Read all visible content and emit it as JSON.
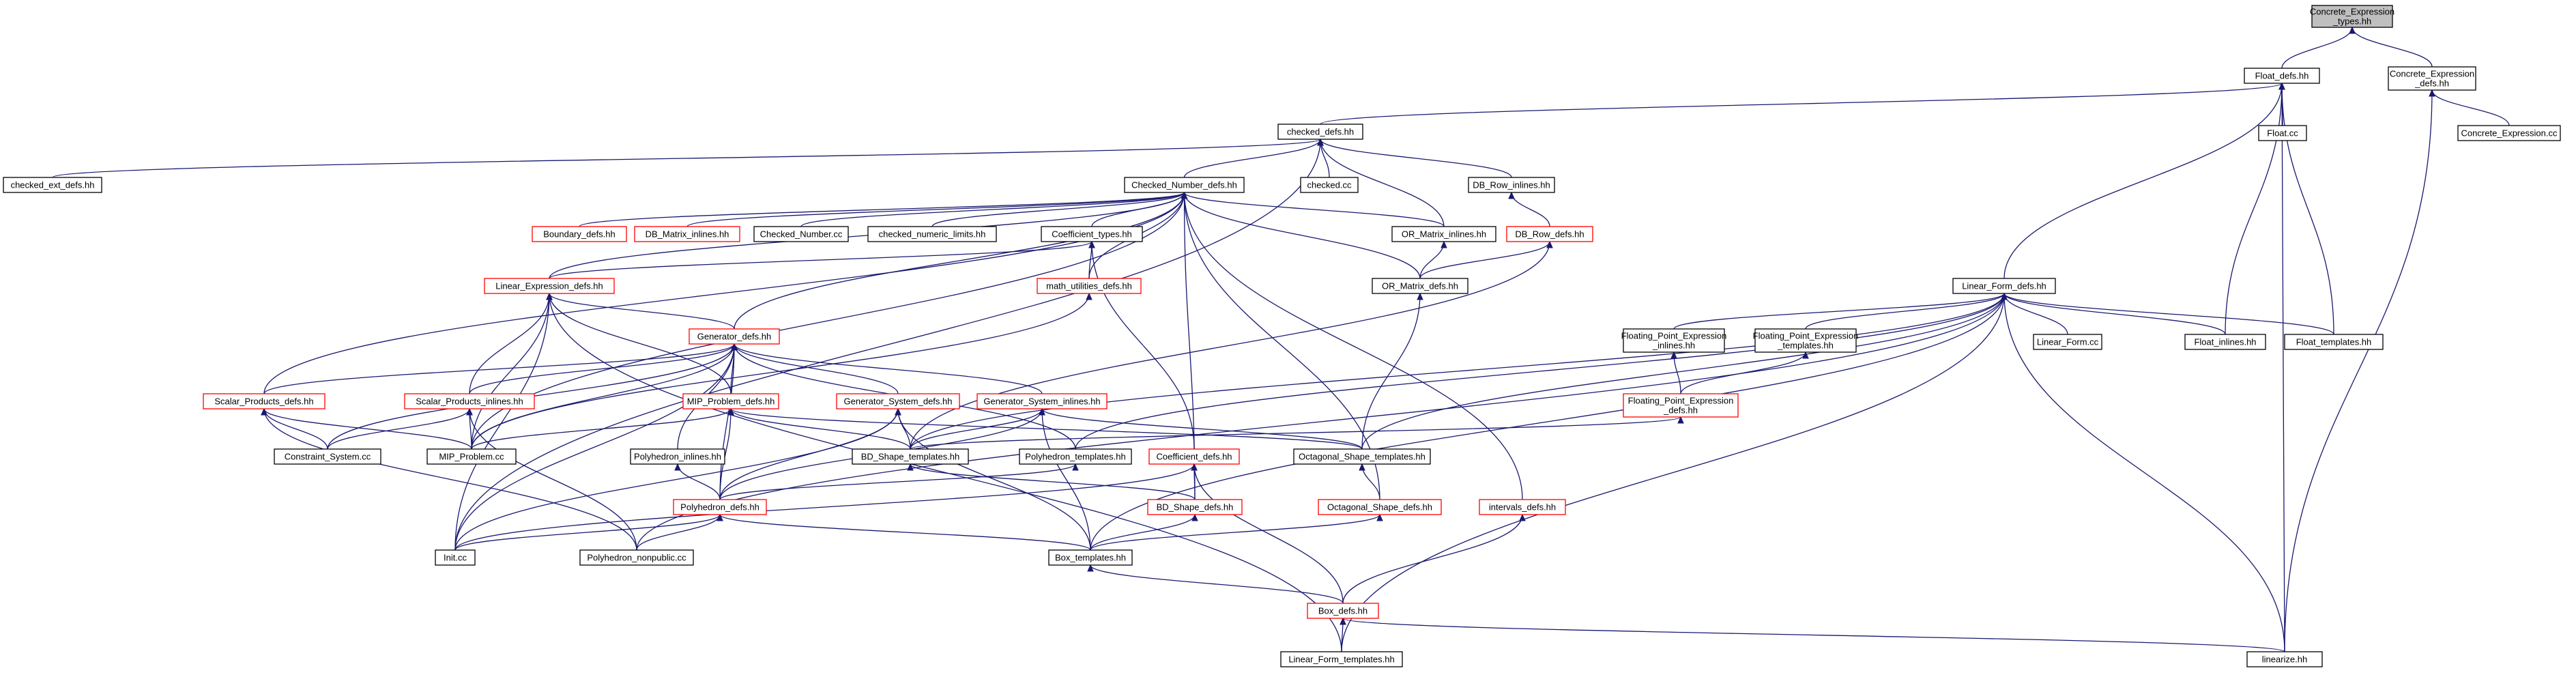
{
  "graph": {
    "root": "n0",
    "colors": {
      "edge": "#191970",
      "box": "#000000",
      "incomplete_box": "#ff0000",
      "root_fill": "#bfbfbf"
    },
    "nodes": [
      {
        "id": "n0",
        "lines": [
          "Concrete_Expression",
          "_types.hh"
        ],
        "style": "root"
      },
      {
        "id": "n1",
        "lines": [
          "Float_defs.hh"
        ],
        "style": "normal"
      },
      {
        "id": "n2",
        "lines": [
          "Concrete_Expression",
          "_defs.hh"
        ],
        "style": "normal"
      },
      {
        "id": "n3",
        "lines": [
          "checked_defs.hh"
        ],
        "style": "normal"
      },
      {
        "id": "n4",
        "lines": [
          "Float.cc"
        ],
        "style": "normal"
      },
      {
        "id": "n5",
        "lines": [
          "Concrete_Expression.cc"
        ],
        "style": "normal"
      },
      {
        "id": "n6",
        "lines": [
          "checked_ext_defs.hh"
        ],
        "style": "normal"
      },
      {
        "id": "n7",
        "lines": [
          "Checked_Number_defs.hh"
        ],
        "style": "normal"
      },
      {
        "id": "n8",
        "lines": [
          "checked.cc"
        ],
        "style": "normal"
      },
      {
        "id": "n9",
        "lines": [
          "DB_Row_inlines.hh"
        ],
        "style": "normal"
      },
      {
        "id": "n10",
        "lines": [
          "Boundary_defs.hh"
        ],
        "style": "red"
      },
      {
        "id": "n11",
        "lines": [
          "DB_Matrix_inlines.hh"
        ],
        "style": "red"
      },
      {
        "id": "n12",
        "lines": [
          "Checked_Number.cc"
        ],
        "style": "normal"
      },
      {
        "id": "n13",
        "lines": [
          "checked_numeric_limits.hh"
        ],
        "style": "normal"
      },
      {
        "id": "n14",
        "lines": [
          "Coefficient_types.hh"
        ],
        "style": "normal"
      },
      {
        "id": "n15",
        "lines": [
          "OR_Matrix_inlines.hh"
        ],
        "style": "normal"
      },
      {
        "id": "n16",
        "lines": [
          "DB_Row_defs.hh"
        ],
        "style": "red"
      },
      {
        "id": "n17",
        "lines": [
          "Linear_Expression_defs.hh"
        ],
        "style": "red"
      },
      {
        "id": "n18",
        "lines": [
          "math_utilities_defs.hh"
        ],
        "style": "red"
      },
      {
        "id": "n19",
        "lines": [
          "OR_Matrix_defs.hh"
        ],
        "style": "normal"
      },
      {
        "id": "n20",
        "lines": [
          "Linear_Form_defs.hh"
        ],
        "style": "normal"
      },
      {
        "id": "n21",
        "lines": [
          "Generator_defs.hh"
        ],
        "style": "red"
      },
      {
        "id": "n22",
        "lines": [
          "Floating_Point_Expression",
          "_inlines.hh"
        ],
        "style": "normal"
      },
      {
        "id": "n23",
        "lines": [
          "Floating_Point_Expression",
          "_templates.hh"
        ],
        "style": "normal"
      },
      {
        "id": "n24",
        "lines": [
          "Linear_Form.cc"
        ],
        "style": "normal"
      },
      {
        "id": "n25",
        "lines": [
          "Float_inlines.hh"
        ],
        "style": "normal"
      },
      {
        "id": "n26",
        "lines": [
          "Float_templates.hh"
        ],
        "style": "normal"
      },
      {
        "id": "n27",
        "lines": [
          "Scalar_Products_defs.hh"
        ],
        "style": "red"
      },
      {
        "id": "n28",
        "lines": [
          "Scalar_Products_inlines.hh"
        ],
        "style": "red"
      },
      {
        "id": "n29",
        "lines": [
          "MIP_Problem_defs.hh"
        ],
        "style": "red"
      },
      {
        "id": "n30",
        "lines": [
          "Generator_System_defs.hh"
        ],
        "style": "red"
      },
      {
        "id": "n31",
        "lines": [
          "Generator_System_inlines.hh"
        ],
        "style": "red"
      },
      {
        "id": "n32",
        "lines": [
          "Floating_Point_Expression",
          "_defs.hh"
        ],
        "style": "red"
      },
      {
        "id": "n33",
        "lines": [
          "Constraint_System.cc"
        ],
        "style": "normal"
      },
      {
        "id": "n34",
        "lines": [
          "MIP_Problem.cc"
        ],
        "style": "normal"
      },
      {
        "id": "n35",
        "lines": [
          "Polyhedron_inlines.hh"
        ],
        "style": "normal"
      },
      {
        "id": "n36",
        "lines": [
          "BD_Shape_templates.hh"
        ],
        "style": "normal"
      },
      {
        "id": "n37",
        "lines": [
          "Polyhedron_templates.hh"
        ],
        "style": "normal"
      },
      {
        "id": "n38",
        "lines": [
          "Coefficient_defs.hh"
        ],
        "style": "red"
      },
      {
        "id": "n39",
        "lines": [
          "Octagonal_Shape_templates.hh"
        ],
        "style": "normal"
      },
      {
        "id": "n40",
        "lines": [
          "Polyhedron_defs.hh"
        ],
        "style": "red"
      },
      {
        "id": "n41",
        "lines": [
          "BD_Shape_defs.hh"
        ],
        "style": "red"
      },
      {
        "id": "n42",
        "lines": [
          "Octagonal_Shape_defs.hh"
        ],
        "style": "red"
      },
      {
        "id": "n43",
        "lines": [
          "intervals_defs.hh"
        ],
        "style": "red"
      },
      {
        "id": "n44",
        "lines": [
          "Init.cc"
        ],
        "style": "normal"
      },
      {
        "id": "n45",
        "lines": [
          "Polyhedron_nonpublic.cc"
        ],
        "style": "normal"
      },
      {
        "id": "n46",
        "lines": [
          "Box_templates.hh"
        ],
        "style": "normal"
      },
      {
        "id": "n47",
        "lines": [
          "Box_defs.hh"
        ],
        "style": "red"
      },
      {
        "id": "n48",
        "lines": [
          "Linear_Form_templates.hh"
        ],
        "style": "normal"
      },
      {
        "id": "n49",
        "lines": [
          "linearize.hh"
        ],
        "style": "normal"
      }
    ],
    "edges": [
      [
        "n1",
        "n0"
      ],
      [
        "n2",
        "n0"
      ],
      [
        "n3",
        "n1"
      ],
      [
        "n4",
        "n1"
      ],
      [
        "n20",
        "n1"
      ],
      [
        "n25",
        "n1"
      ],
      [
        "n26",
        "n1"
      ],
      [
        "n49",
        "n1"
      ],
      [
        "n5",
        "n2"
      ],
      [
        "n49",
        "n2"
      ],
      [
        "n6",
        "n3"
      ],
      [
        "n7",
        "n3"
      ],
      [
        "n8",
        "n3"
      ],
      [
        "n9",
        "n3"
      ],
      [
        "n15",
        "n3"
      ],
      [
        "n44",
        "n3"
      ],
      [
        "n10",
        "n7"
      ],
      [
        "n11",
        "n7"
      ],
      [
        "n12",
        "n7"
      ],
      [
        "n13",
        "n7"
      ],
      [
        "n14",
        "n7"
      ],
      [
        "n15",
        "n7"
      ],
      [
        "n19",
        "n7"
      ],
      [
        "n17",
        "n7"
      ],
      [
        "n18",
        "n7"
      ],
      [
        "n21",
        "n7"
      ],
      [
        "n27",
        "n7"
      ],
      [
        "n34",
        "n7"
      ],
      [
        "n41",
        "n7"
      ],
      [
        "n42",
        "n7"
      ],
      [
        "n43",
        "n7"
      ],
      [
        "n16",
        "n9"
      ],
      [
        "n19",
        "n15"
      ],
      [
        "n19",
        "n16"
      ],
      [
        "n36",
        "n16"
      ],
      [
        "n39",
        "n19"
      ],
      [
        "n17",
        "n14"
      ],
      [
        "n18",
        "n14"
      ],
      [
        "n38",
        "n14"
      ],
      [
        "n21",
        "n17"
      ],
      [
        "n28",
        "n17"
      ],
      [
        "n29",
        "n17"
      ],
      [
        "n34",
        "n17"
      ],
      [
        "n44",
        "n17"
      ],
      [
        "n48",
        "n17"
      ],
      [
        "n34",
        "n18"
      ],
      [
        "n22",
        "n20"
      ],
      [
        "n23",
        "n20"
      ],
      [
        "n24",
        "n20"
      ],
      [
        "n25",
        "n20"
      ],
      [
        "n26",
        "n20"
      ],
      [
        "n36",
        "n20"
      ],
      [
        "n39",
        "n20"
      ],
      [
        "n45",
        "n20"
      ],
      [
        "n46",
        "n20"
      ],
      [
        "n48",
        "n20"
      ],
      [
        "n49",
        "n20"
      ],
      [
        "n37",
        "n20"
      ],
      [
        "n32",
        "n22"
      ],
      [
        "n32",
        "n23"
      ],
      [
        "n36",
        "n32"
      ],
      [
        "n27",
        "n21"
      ],
      [
        "n28",
        "n21"
      ],
      [
        "n29",
        "n21"
      ],
      [
        "n30",
        "n21"
      ],
      [
        "n31",
        "n21"
      ],
      [
        "n33",
        "n21"
      ],
      [
        "n34",
        "n21"
      ],
      [
        "n35",
        "n21"
      ],
      [
        "n37",
        "n21"
      ],
      [
        "n44",
        "n21"
      ],
      [
        "n40",
        "n21"
      ],
      [
        "n33",
        "n27"
      ],
      [
        "n34",
        "n27"
      ],
      [
        "n45",
        "n27"
      ],
      [
        "n33",
        "n28"
      ],
      [
        "n34",
        "n28"
      ],
      [
        "n45",
        "n28"
      ],
      [
        "n34",
        "n29"
      ],
      [
        "n36",
        "n29"
      ],
      [
        "n39",
        "n29"
      ],
      [
        "n40",
        "n29"
      ],
      [
        "n36",
        "n30"
      ],
      [
        "n40",
        "n30"
      ],
      [
        "n44",
        "n30"
      ],
      [
        "n46",
        "n30"
      ],
      [
        "n36",
        "n31"
      ],
      [
        "n39",
        "n31"
      ],
      [
        "n40",
        "n31"
      ],
      [
        "n46",
        "n31"
      ],
      [
        "n40",
        "n35"
      ],
      [
        "n41",
        "n36"
      ],
      [
        "n40",
        "n37"
      ],
      [
        "n41",
        "n38"
      ],
      [
        "n44",
        "n38"
      ],
      [
        "n47",
        "n38"
      ],
      [
        "n42",
        "n39"
      ],
      [
        "n44",
        "n40"
      ],
      [
        "n45",
        "n40"
      ],
      [
        "n46",
        "n40"
      ],
      [
        "n46",
        "n41"
      ],
      [
        "n46",
        "n42"
      ],
      [
        "n47",
        "n43"
      ],
      [
        "n47",
        "n46"
      ],
      [
        "n48",
        "n47"
      ],
      [
        "n49",
        "n47"
      ]
    ]
  }
}
